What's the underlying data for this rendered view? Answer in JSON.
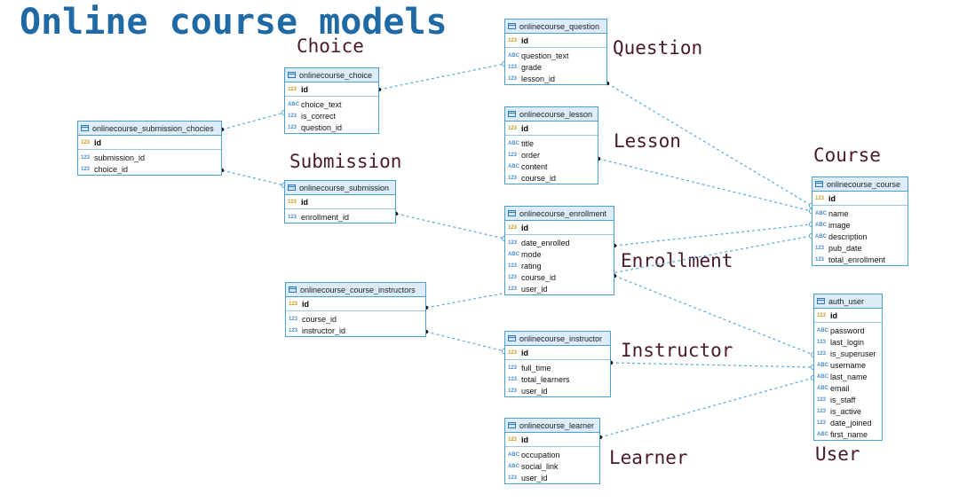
{
  "title": "Online course models",
  "labels": {
    "choice": "Choice",
    "question": "Question",
    "lesson": "Lesson",
    "course": "Course",
    "submission": "Submission",
    "enrollment": "Enrollment",
    "instructor": "Instructor",
    "learner": "Learner",
    "user": "User"
  },
  "tables": {
    "submission_choices": {
      "name": "onlinecourse_submission_chocies",
      "pk": {
        "type": "123",
        "name": "id"
      },
      "fields": [
        {
          "type": "123",
          "name": "submission_id"
        },
        {
          "type": "123",
          "name": "choice_id"
        }
      ]
    },
    "choice": {
      "name": "onlinecourse_choice",
      "pk": {
        "type": "123",
        "name": "id"
      },
      "fields": [
        {
          "type": "ABC",
          "name": "choice_text"
        },
        {
          "type": "123",
          "name": "is_correct"
        },
        {
          "type": "123",
          "name": "question_id"
        }
      ]
    },
    "question": {
      "name": "onlinecourse_question",
      "pk": {
        "type": "123",
        "name": "id"
      },
      "fields": [
        {
          "type": "ABC",
          "name": "question_text"
        },
        {
          "type": "123",
          "name": "grade"
        },
        {
          "type": "123",
          "name": "lesson_id"
        }
      ]
    },
    "lesson": {
      "name": "onlinecourse_lesson",
      "pk": {
        "type": "123",
        "name": "id"
      },
      "fields": [
        {
          "type": "ABC",
          "name": "title"
        },
        {
          "type": "123",
          "name": "order"
        },
        {
          "type": "ABC",
          "name": "content"
        },
        {
          "type": "123",
          "name": "course_id"
        }
      ]
    },
    "submission": {
      "name": "onlinecourse_submission",
      "pk": {
        "type": "123",
        "name": "id"
      },
      "fields": [
        {
          "type": "123",
          "name": "enrollment_id"
        }
      ]
    },
    "enrollment": {
      "name": "onlinecourse_enrollment",
      "pk": {
        "type": "123",
        "name": "id"
      },
      "fields": [
        {
          "type": "123",
          "name": "date_enrolled"
        },
        {
          "type": "ABC",
          "name": "mode"
        },
        {
          "type": "123",
          "name": "rating"
        },
        {
          "type": "123",
          "name": "course_id"
        },
        {
          "type": "123",
          "name": "user_id"
        }
      ]
    },
    "course": {
      "name": "onlinecourse_course",
      "pk": {
        "type": "123",
        "name": "id"
      },
      "fields": [
        {
          "type": "ABC",
          "name": "name"
        },
        {
          "type": "ABC",
          "name": "image"
        },
        {
          "type": "ABC",
          "name": "description"
        },
        {
          "type": "123",
          "name": "pub_date"
        },
        {
          "type": "123",
          "name": "total_enrollment"
        }
      ]
    },
    "course_instructors": {
      "name": "onlinecourse_course_instructors",
      "pk": {
        "type": "123",
        "name": "id"
      },
      "fields": [
        {
          "type": "123",
          "name": "course_id"
        },
        {
          "type": "123",
          "name": "instructor_id"
        }
      ]
    },
    "instructor": {
      "name": "onlinecourse_instructor",
      "pk": {
        "type": "123",
        "name": "id"
      },
      "fields": [
        {
          "type": "123",
          "name": "full_time"
        },
        {
          "type": "123",
          "name": "total_learners"
        },
        {
          "type": "123",
          "name": "user_id"
        }
      ]
    },
    "auth_user": {
      "name": "auth_user",
      "pk": {
        "type": "123",
        "name": "id"
      },
      "fields": [
        {
          "type": "ABC",
          "name": "password"
        },
        {
          "type": "123",
          "name": "last_login"
        },
        {
          "type": "123",
          "name": "is_superuser"
        },
        {
          "type": "ABC",
          "name": "username"
        },
        {
          "type": "ABC",
          "name": "last_name"
        },
        {
          "type": "ABC",
          "name": "email"
        },
        {
          "type": "123",
          "name": "is_staff"
        },
        {
          "type": "123",
          "name": "is_active"
        },
        {
          "type": "123",
          "name": "date_joined"
        },
        {
          "type": "ABC",
          "name": "first_name"
        }
      ]
    },
    "learner": {
      "name": "onlinecourse_learner",
      "pk": {
        "type": "123",
        "name": "id"
      },
      "fields": [
        {
          "type": "ABC",
          "name": "occupation"
        },
        {
          "type": "ABC",
          "name": "social_link"
        },
        {
          "type": "123",
          "name": "user_id"
        }
      ]
    }
  },
  "colors": {
    "title": "#1f6aa5",
    "label": "#4a1a2c",
    "table_border": "#4a9fd8",
    "table_header": "#dcecf9",
    "link": "#5aa9e0"
  }
}
